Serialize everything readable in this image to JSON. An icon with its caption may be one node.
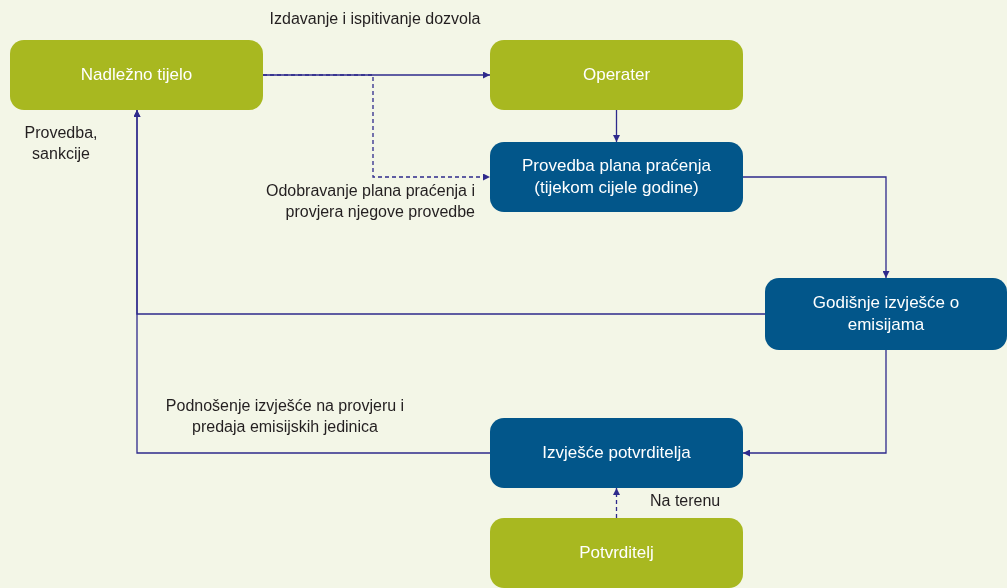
{
  "diagram": {
    "nodes": [
      {
        "text": [
          "Nadležno tijelo"
        ]
      },
      {
        "text": [
          "Operater"
        ]
      },
      {
        "text": [
          "Provedba plana praćenja (tijekom cijele godine)"
        ]
      },
      {
        "text": [
          "Godišnje izvješće o emisijama"
        ]
      },
      {
        "text": [
          "Izvješće potvrditelja"
        ]
      },
      {
        "text": [
          "Potvrditelj"
        ]
      }
    ],
    "edges": [
      {
        "from": 0,
        "to": 1,
        "arrow": "to",
        "label": "Izdavanje i ispitivanje dozvola"
      },
      {
        "from": 0,
        "to": 2,
        "arrow": "to",
        "style": "dashed",
        "label": "Odobravanje plana praćenja i provjera njegove provedbe"
      },
      {
        "from": 1,
        "to": 2,
        "arrow": "to"
      },
      {
        "from": 2,
        "to": 3,
        "arrow": "to"
      },
      {
        "from": 3,
        "to": 0,
        "arrow": "to"
      },
      {
        "from": 3,
        "to": 4,
        "arrow": "to"
      },
      {
        "from": 4,
        "to": 0,
        "arrow": "to",
        "label": "Podnošenje izvješće na provjeru i predaja emisijskih jedinica"
      },
      {
        "from": 5,
        "to": 4,
        "arrow": "to",
        "style": "dashed",
        "label": "Na terenu"
      }
    ],
    "labels": [
      "Provedba, sankcije"
    ]
  }
}
